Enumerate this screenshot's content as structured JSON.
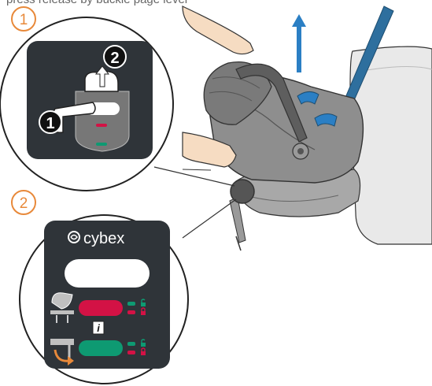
{
  "instruction_text_partial": "press   release   by  buckle page  lever",
  "steps": {
    "step1_number": "1",
    "step2_number": "2"
  },
  "detail_panel": {
    "press_badge": "1",
    "lift_badge": "2"
  },
  "base_panel": {
    "brand": "cybex",
    "info_symbol": "i"
  },
  "colors": {
    "step_circle": "#e8893a",
    "indicator_red": "#d31245",
    "indicator_green": "#0e9a72",
    "panel_dark": "#2f3439",
    "arrow_blue": "#2b7fc4",
    "arrow_orange": "#e8893a"
  },
  "icons": [
    "hand-press-icon",
    "hand-lift-icon",
    "up-arrow-icon",
    "lock-icon",
    "unlock-icon",
    "info-icon",
    "seat-on-base-icon",
    "leg-floor-icon"
  ]
}
